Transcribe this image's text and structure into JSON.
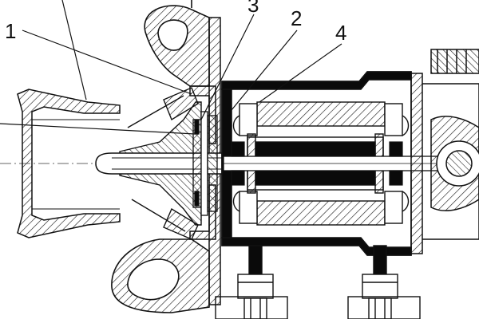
{
  "diagram": {
    "callouts": [
      {
        "id": "callout-1",
        "text": "1"
      },
      {
        "id": "callout-2",
        "text": "2"
      },
      {
        "id": "callout-3",
        "text": "3"
      },
      {
        "id": "callout-4",
        "text": "4"
      }
    ],
    "colors": {
      "ink": "#111111",
      "hatch": "#222222",
      "solid": "#0a0a0a",
      "background": "#ffffff"
    }
  }
}
